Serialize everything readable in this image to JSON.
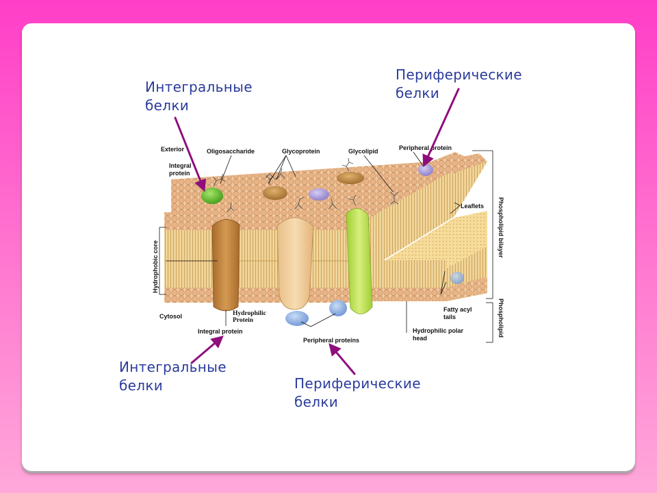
{
  "callouts": {
    "integral_top": "Интегральные\nбелки",
    "peripheral_top": "Периферические\nбелки",
    "integral_bottom": "Интегральные\nбелки",
    "peripheral_bottom": "Периферические\nбелки"
  },
  "diagram_labels": {
    "exterior": "Exterior",
    "oligosaccharide": "Oligosaccharide",
    "glycoprotein": "Glycoprotein",
    "glycolipid": "Glycolipid",
    "peripheral_protein": "Peripheral protein",
    "integral_protein_top_1": "Integral",
    "integral_protein_top_2": "protein",
    "leaflets": "Leaflets",
    "phospholipid_bilayer": "Phospholipid bilayer",
    "phospholipid": "Phospholipid",
    "hydrophobic_core": "Hydrophobic core",
    "fatty_acyl_tails_1": "Fatty acyl",
    "fatty_acyl_tails_2": "tails",
    "hydrophilic_polar_head_1": "Hydrophilic polar",
    "hydrophilic_polar_head_2": "head",
    "cytosol": "Cytosol",
    "hydrophilic_protein_1": "Hydrophilic",
    "hydrophilic_protein_2": "Protein",
    "integral_protein_bottom": "Integral protein",
    "peripheral_proteins": "Peripheral proteins"
  },
  "colors": {
    "callout_text": "#2a3b9c",
    "arrow": "#8e0f7c",
    "head": "#e6b48c",
    "tail": "#e9c98a",
    "integral_brown": "#c88a3c",
    "integral_beige": "#f1cf9c",
    "integral_lime": "#bfe14a",
    "integral_green": "#5fbf2a",
    "peripheral_purple": "#a99ad8",
    "peripheral_blue": "#8fb2e4"
  }
}
